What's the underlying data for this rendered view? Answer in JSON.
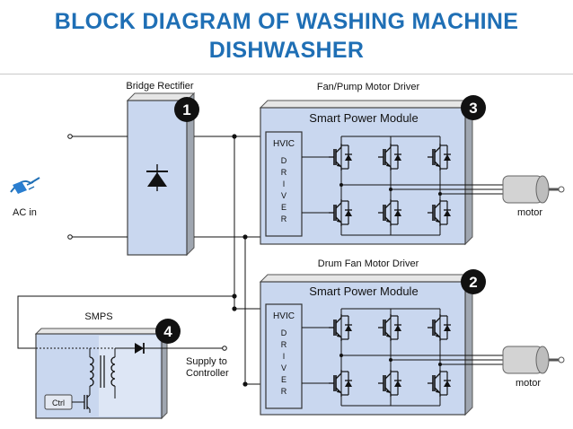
{
  "title": {
    "line1": "BLOCK DIAGRAM OF WASHING MACHINE",
    "line2": "DISHWASHER"
  },
  "colors": {
    "title": "#1f6fb5",
    "module_fill": "#c9d7ef",
    "badge": "#111111"
  },
  "labels": {
    "bridge_rectifier": "Bridge Rectifier",
    "fan_pump_driver": "Fan/Pump Motor Driver",
    "drum_fan_driver": "Drum Fan Motor Driver",
    "smart_power_module": "Smart Power Module",
    "hvic": "HVIC",
    "driver_letters": [
      "D",
      "R",
      "I",
      "V",
      "E",
      "R"
    ],
    "ac_in": "AC in",
    "smps": "SMPS",
    "supply_line1": "Supply to",
    "supply_line2": "Controller",
    "motor": "motor",
    "ctrl": "Ctrl"
  },
  "badges": {
    "bridge": "1",
    "fan_pump": "3",
    "drum_fan": "2",
    "smps": "4"
  },
  "icons": [
    "plug-icon",
    "motor-icon",
    "diode-icon",
    "transformer-icon",
    "igbt-icon"
  ]
}
